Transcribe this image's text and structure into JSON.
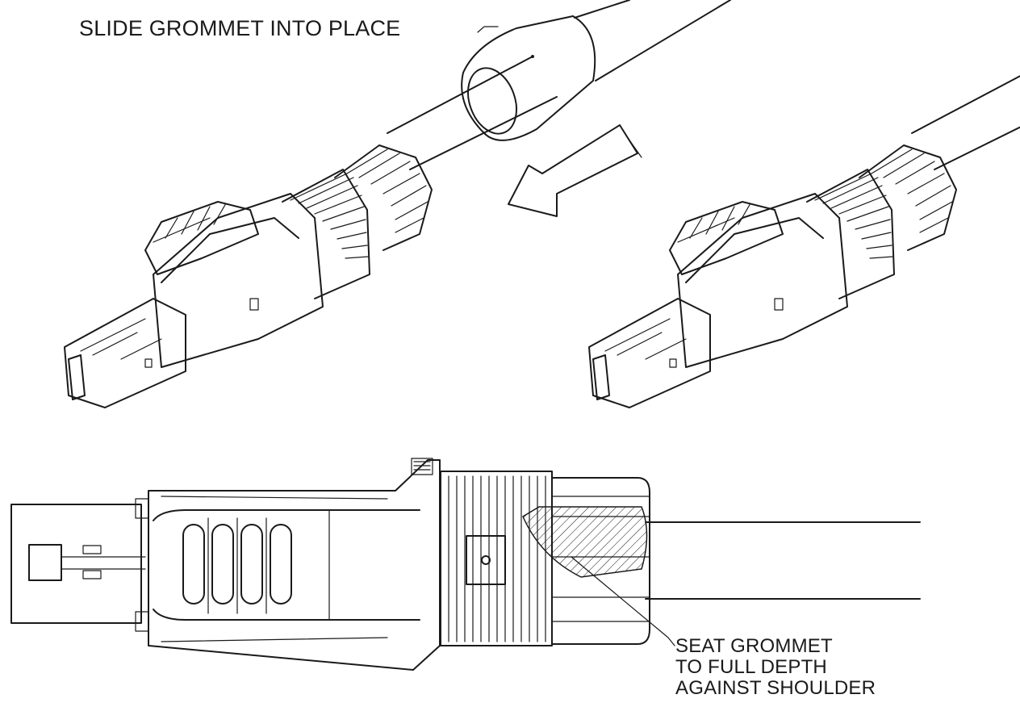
{
  "diagram": {
    "callout_slide": "SLIDE GROMMET INTO PLACE",
    "callout_seat": [
      "SEAT GROMMET",
      "TO FULL DEPTH",
      "AGAINST SHOULDER"
    ]
  },
  "colors": {
    "ink": "#1a1a1a",
    "background": "#ffffff"
  }
}
